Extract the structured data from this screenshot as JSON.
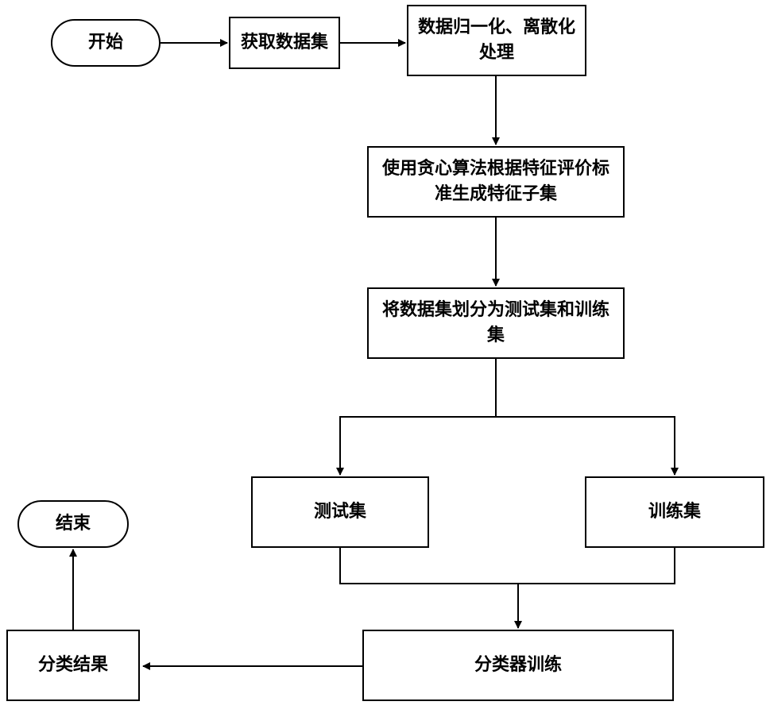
{
  "flowchart": {
    "start": "开始",
    "get_dataset": "获取数据集",
    "normalize": "数据归一化、离散化\n处理",
    "greedy_select": "使用贪心算法根据特征评价标\n准生成特征子集",
    "split": "将数据集划分为测试集和训练\n集",
    "test_set": "测试集",
    "train_set": "训练集",
    "classifier_train": "分类器训练",
    "result": "分类结果",
    "end": "结束"
  }
}
